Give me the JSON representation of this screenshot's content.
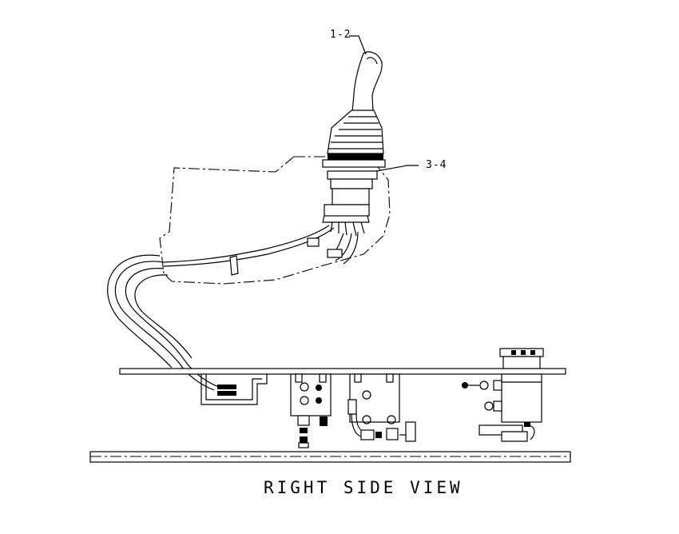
{
  "callouts": {
    "handle": "1-2",
    "boot": "3-4"
  },
  "view_title": "RIGHT SIDE VIEW"
}
